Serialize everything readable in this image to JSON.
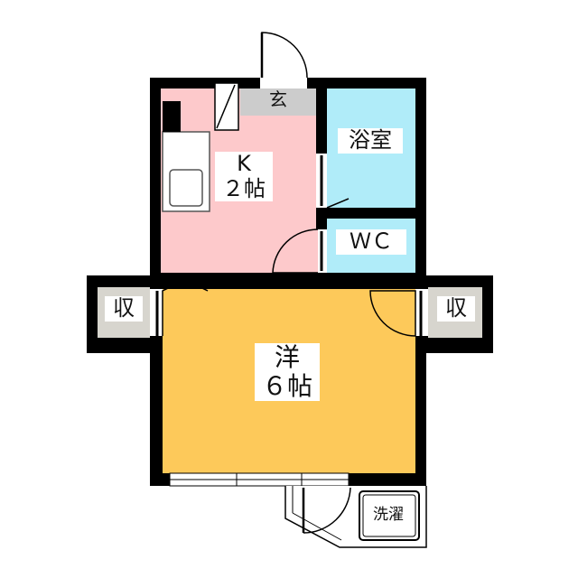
{
  "colors": {
    "wall": "#000000",
    "kitchen": "#fdc9cb",
    "bath": "#b0ecf9",
    "western": "#fdc95a",
    "storage": "#d7d5ce",
    "entrance": "#cccccc",
    "background": "#ffffff"
  },
  "rooms": {
    "entrance": {
      "label": "玄"
    },
    "kitchen": {
      "name": "K",
      "size": "２帖"
    },
    "bath": {
      "label": "浴室"
    },
    "wc": {
      "label": "ＷＣ"
    },
    "storage_left": {
      "label": "収"
    },
    "storage_right": {
      "label": "収"
    },
    "western": {
      "name": "洋",
      "size": "６帖"
    },
    "laundry": {
      "label": "洗濯"
    }
  }
}
